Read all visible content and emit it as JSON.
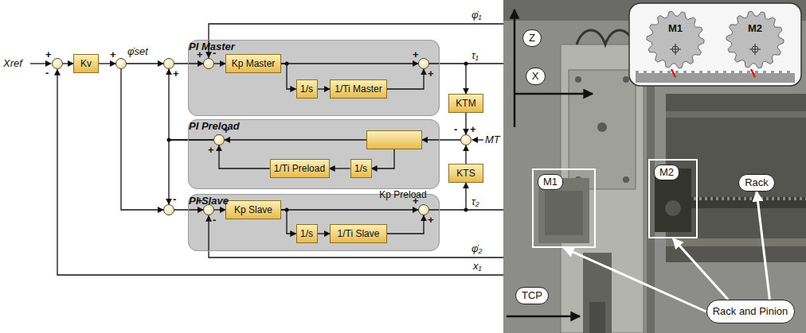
{
  "diagram": {
    "nodes": [
      {
        "text": [
          "+",
          "-"
        ]
      },
      {
        "text": [
          "Kv"
        ]
      },
      {
        "text": [
          "+"
        ]
      },
      {
        "text": [
          "+"
        ]
      },
      {
        "text": [
          "-"
        ]
      },
      {
        "text": [
          "PI Master"
        ]
      },
      {
        "text": [
          "+",
          "-"
        ],
        "in": 5
      },
      {
        "text": [
          "Kp Master"
        ],
        "in": 5
      },
      {
        "text": [
          "1/s"
        ],
        "in": 5
      },
      {
        "text": [
          "1/Ti Master"
        ],
        "in": 5
      },
      {
        "text": [
          "+",
          "+"
        ],
        "in": 5
      },
      {
        "text": [
          "KTM"
        ]
      },
      {
        "text": [
          "-",
          "+"
        ]
      },
      {
        "text": [
          "PI Preload"
        ]
      },
      {
        "text": [
          "Kp Preload"
        ],
        "in": 13
      },
      {
        "text": [
          "1/s"
        ],
        "in": 13
      },
      {
        "text": [
          "1/Ti Preload"
        ],
        "in": 13
      },
      {
        "text": [
          "+",
          "+"
        ],
        "in": 13
      },
      {
        "text": [
          "KTS"
        ]
      },
      {
        "text": [
          "PI Slave"
        ]
      },
      {
        "text": [
          "+",
          "-"
        ],
        "in": 19
      },
      {
        "text": [
          "Kp Slave"
        ],
        "in": 19
      },
      {
        "text": [
          "1/s"
        ],
        "in": 19
      },
      {
        "text": [
          "1/Ti Slave"
        ],
        "in": 19
      },
      {
        "text": [
          "+",
          "+"
        ],
        "in": 19
      },
      {
        "text": [
          "Z"
        ]
      },
      {
        "text": [
          "X"
        ]
      },
      {
        "text": [
          "M1"
        ]
      },
      {
        "text": [
          "M2"
        ]
      },
      {
        "text": [
          "M1"
        ]
      },
      {
        "text": [
          "M2"
        ]
      },
      {
        "text": [
          "Rack"
        ]
      },
      {
        "text": [
          "TCP"
        ]
      },
      {
        "text": [
          "Rack and Pinion"
        ]
      }
    ],
    "edges": [
      {
        "from": 0,
        "to": 1,
        "arrow": "to"
      },
      {
        "from": 1,
        "to": 2,
        "arrow": "to"
      },
      {
        "from": 2,
        "to": 3,
        "arrow": "to"
      },
      {
        "from": 3,
        "to": 6,
        "arrow": "to"
      },
      {
        "from": 6,
        "to": 7,
        "arrow": "to"
      },
      {
        "from": 7,
        "to": 10,
        "arrow": "to"
      },
      {
        "from": 7,
        "to": 8,
        "arrow": "to"
      },
      {
        "from": 8,
        "to": 9,
        "arrow": "to"
      },
      {
        "from": 9,
        "to": 10,
        "arrow": "to"
      },
      {
        "from": 10,
        "to": 11,
        "arrow": "to"
      },
      {
        "from": 11,
        "to": 12,
        "arrow": "to"
      },
      {
        "from": 18,
        "to": 12,
        "arrow": "to"
      },
      {
        "from": 24,
        "to": 18,
        "arrow": "to"
      },
      {
        "from": 12,
        "to": 14,
        "arrow": "to"
      },
      {
        "from": 14,
        "to": 17,
        "arrow": "to"
      },
      {
        "from": 14,
        "to": 15,
        "arrow": "to"
      },
      {
        "from": 15,
        "to": 16,
        "arrow": "to"
      },
      {
        "from": 16,
        "to": 17,
        "arrow": "to"
      },
      {
        "from": 17,
        "to": 3,
        "arrow": "to"
      },
      {
        "from": 17,
        "to": 4,
        "arrow": "to"
      },
      {
        "from": 2,
        "to": 4,
        "arrow": "to"
      },
      {
        "from": 4,
        "to": 20,
        "arrow": "to"
      },
      {
        "from": 20,
        "to": 21,
        "arrow": "to"
      },
      {
        "from": 21,
        "to": 24,
        "arrow": "to"
      },
      {
        "from": 21,
        "to": 22,
        "arrow": "to"
      },
      {
        "from": 22,
        "to": 23,
        "arrow": "to"
      },
      {
        "from": 23,
        "to": 24,
        "arrow": "to"
      },
      {
        "from": 33,
        "to": 29,
        "arrow": "to"
      },
      {
        "from": 33,
        "to": 30,
        "arrow": "to"
      },
      {
        "from": 33,
        "to": 31,
        "arrow": "to"
      }
    ],
    "labels": [
      "Xref",
      "φ̇set",
      "φ̇₁",
      "τ₁",
      "MT",
      "τ₂",
      "φ̇₂",
      "x₁"
    ]
  }
}
